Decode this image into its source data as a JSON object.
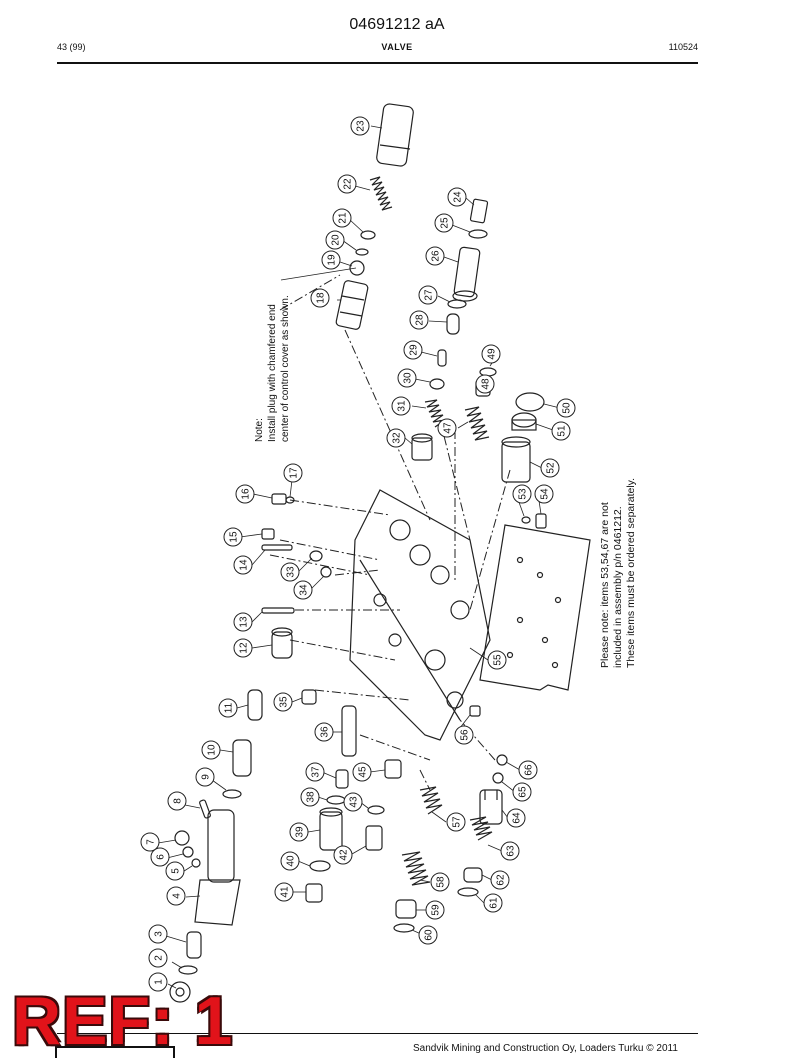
{
  "header": {
    "doc_number": "04691212 aA",
    "page": "43 (99)",
    "section_title": "VALVE",
    "code": "110524"
  },
  "diagram": {
    "callouts": [
      "1",
      "2",
      "3",
      "4",
      "5",
      "6",
      "7",
      "8",
      "9",
      "10",
      "11",
      "12",
      "13",
      "14",
      "15",
      "16",
      "17",
      "18",
      "19",
      "20",
      "21",
      "22",
      "23",
      "24",
      "25",
      "26",
      "27",
      "28",
      "29",
      "30",
      "31",
      "32",
      "33",
      "34",
      "35",
      "36",
      "37",
      "38",
      "39",
      "40",
      "41",
      "42",
      "43",
      "45",
      "47",
      "48",
      "49",
      "50",
      "51",
      "52",
      "53",
      "54",
      "55",
      "56",
      "57",
      "58",
      "59",
      "60",
      "61",
      "62",
      "63",
      "64",
      "65",
      "66"
    ],
    "note_lines": [
      "Note:",
      "Install plug with chamfered end",
      "center of control cover as shown."
    ],
    "please_note_lines": [
      "Please note: items 53,54,67 are not",
      "included in assembly p/n 0461212.",
      "These items must be ordered separately."
    ]
  },
  "stamp": {
    "text": "REF: 1"
  },
  "footer": {
    "text": "Sandvik Mining and Construction Oy, Loaders Turku © 2011"
  },
  "colors": {
    "stamp_red": "#e1131a",
    "ink": "#111111"
  }
}
